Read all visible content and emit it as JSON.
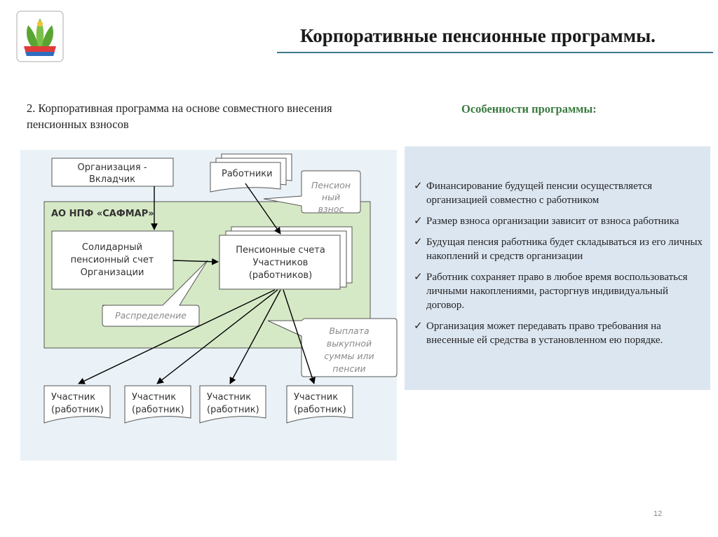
{
  "header": {
    "title": "Корпоративные пенсионные программы.",
    "logo_icon": "flower-logo-icon"
  },
  "left": {
    "subtitle_number": "2",
    "subtitle_text": ". Корпоративная программа на основе совместного внесения пенсионных взносов"
  },
  "diagram": {
    "org_line1": "Организация -",
    "org_line2": "Вкладчик",
    "workers": "Работники",
    "fund_name": "АО НПФ «САФМАР»",
    "solidary_line1": "Солидарный",
    "solidary_line2": "пенсионный счет",
    "solidary_line3": "Организации",
    "accounts_line1": "Пенсионные счета",
    "accounts_line2": "Участников",
    "accounts_line3": "(работников)",
    "contribution_line1": "Пенсион",
    "contribution_line2": "ный",
    "contribution_line3": "взнос",
    "distribution": "Распределение",
    "payout_line1": "Выплата",
    "payout_line2": "выкупной",
    "payout_line3": "суммы или",
    "payout_line4": "пенсии",
    "participant_line1": "Участник",
    "participant_line2": "(работник)"
  },
  "features": {
    "title": "Особенности программы:",
    "check_icon": "checkmark-icon",
    "check_glyph": "✓",
    "items": [
      "Финансирование будущей пенсии осуществляется организацией совместно с работником",
      "Размер взноса организации зависит от взноса работника",
      "Будущая пенсия работника будет складываться из его личных накоплений и средств организации",
      "Работник сохраняет право в любое время воспользоваться личными накоплениями, расторгнув индивидуальный договор.",
      "Организация может передавать право требования на внесенные ей средства в установленном ею порядке."
    ]
  },
  "footer": {
    "page_number": "12"
  },
  "colors": {
    "accent_green": "#3a7a3e",
    "panel_blue": "#dce6f1",
    "fund_green": "#d6e9c6"
  }
}
